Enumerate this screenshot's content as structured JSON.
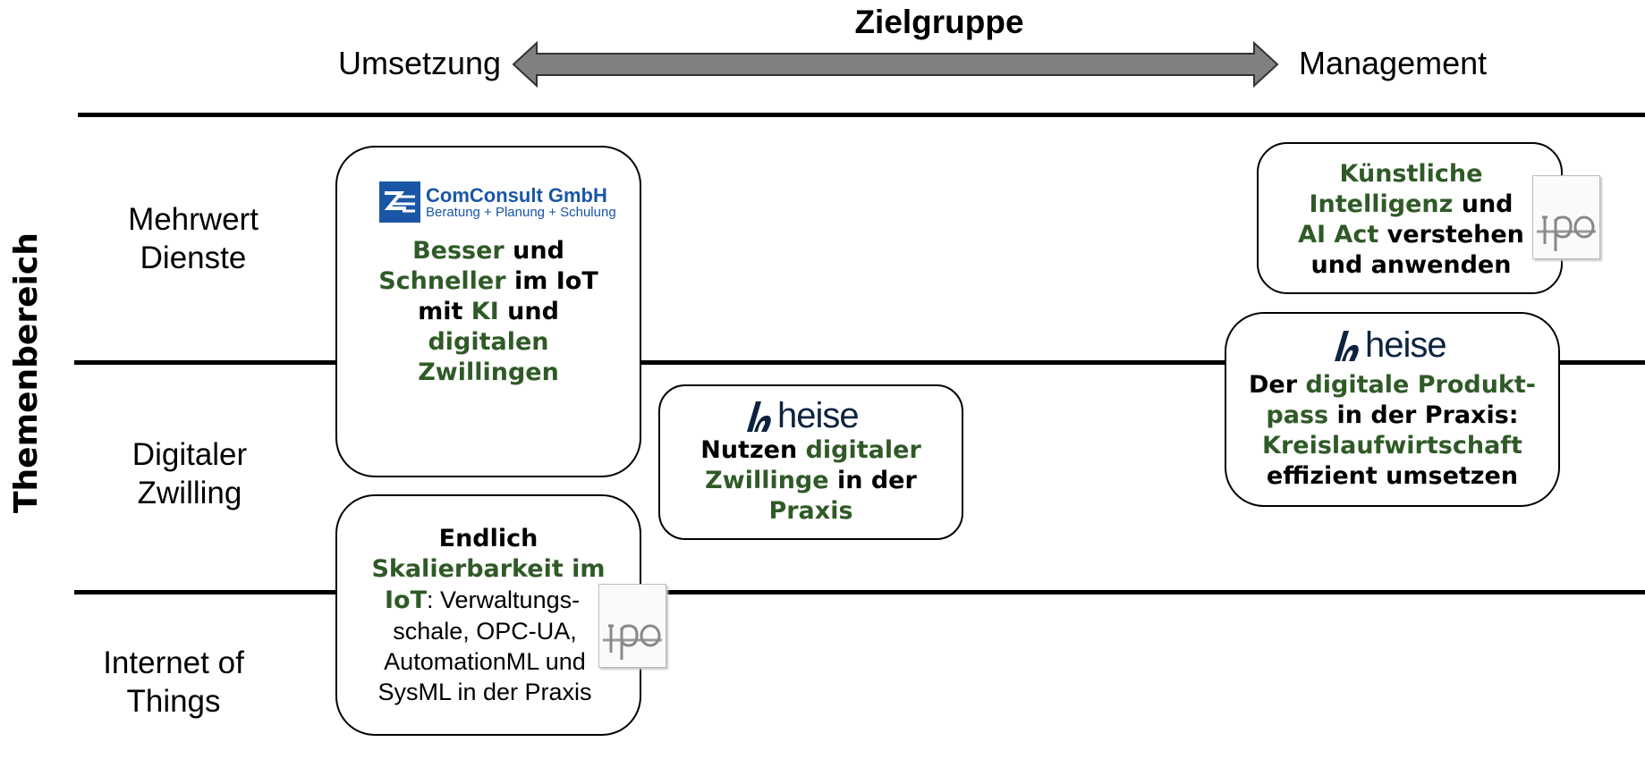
{
  "header": {
    "title": "Zielgruppe",
    "left_label": "Umsetzung",
    "right_label": "Management"
  },
  "axis_label": "Themenbereich",
  "rows": [
    {
      "line1": "Mehrwert",
      "line2": "Dienste"
    },
    {
      "line1": "Digitaler",
      "line2": "Zwilling"
    },
    {
      "line1": "Internet of",
      "line2": "Things"
    }
  ],
  "logos": {
    "comconsult_name": "ComConsult GmbH",
    "comconsult_sub": "Beratung + Planung + Schulung",
    "heise": "heise",
    "ipo": "ipo"
  },
  "colors": {
    "accent_green": "#2f5a27",
    "arrow_gray": "#808080",
    "heise_navy": "#0c2340",
    "comconsult_blue": "#1a56a6"
  },
  "cards": {
    "comconsult": {
      "l1a": "Besser",
      "l1b": " und",
      "l2a": "Schneller",
      "l2b": " im IoT",
      "l3a": "mit ",
      "l3b": "KI",
      "l3c": " und",
      "l4": "digitalen",
      "l5": "Zwillingen"
    },
    "heise_twin": {
      "l1a": "Nutzen ",
      "l1b": "digitaler",
      "l2a": "Zwillinge",
      "l2b": " in der",
      "l3": "Praxis"
    },
    "ipo_iot": {
      "l1": "Endlich",
      "l2": "Skalierbarkeit im",
      "l3a": "IoT",
      "l3b": ": Verwaltungs-",
      "l4": "schale, OPC-UA,",
      "l5": "AutomationML und",
      "l6": "SysML in der Praxis"
    },
    "ipo_ki": {
      "l1": "Künstliche",
      "l2a": "Intelligenz",
      "l2b": " und",
      "l3a": "AI Act",
      "l3b": " verstehen",
      "l4": "und anwenden"
    },
    "heise_dpp": {
      "l1a": "Der ",
      "l1b": "digitale Produkt-",
      "l2a": "pass",
      "l2b": " in der Praxis:",
      "l3": "Kreislaufwirtschaft",
      "l4": "effizient umsetzen"
    }
  }
}
